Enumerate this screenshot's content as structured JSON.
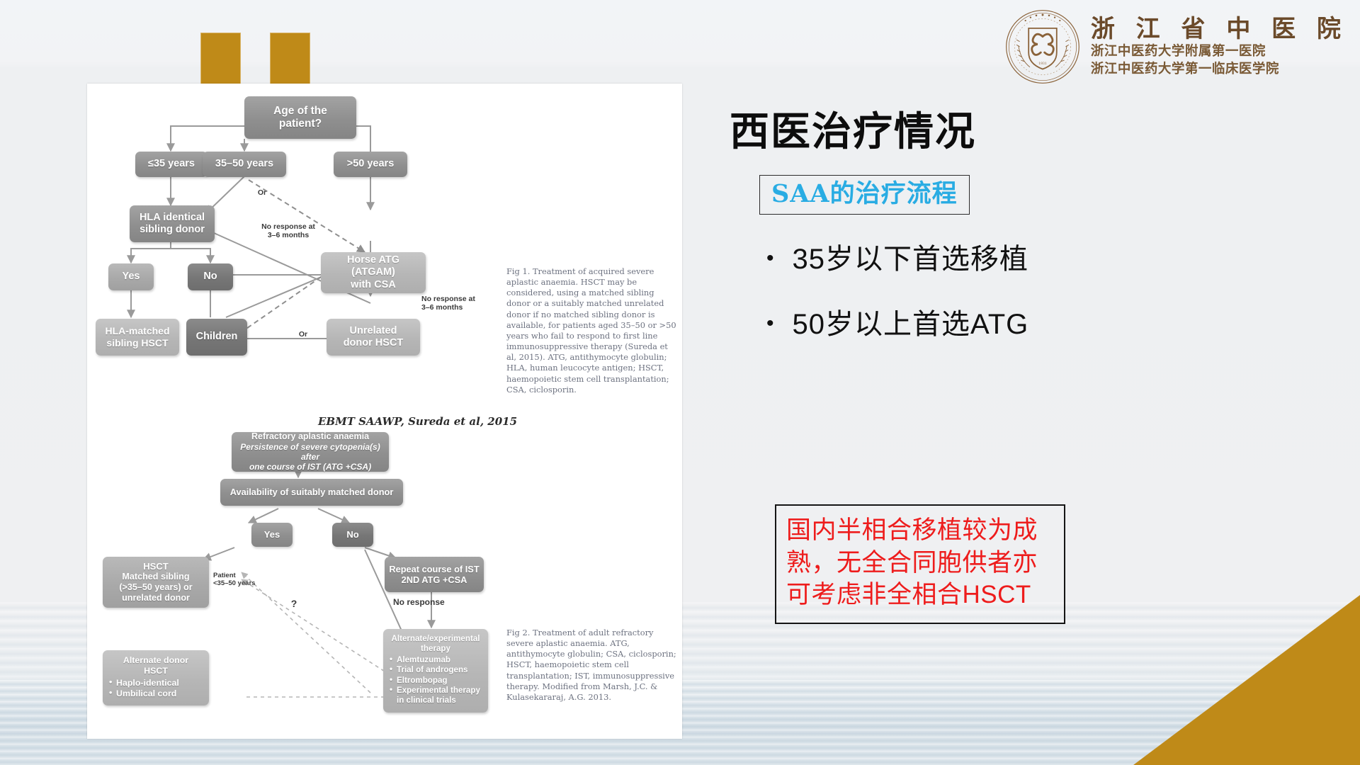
{
  "slide": {
    "accent_gold": "#bf8a18",
    "accent_cyan": "#29ace3",
    "accent_red": "#ee1c1c",
    "background": "#f0f2f5"
  },
  "logo": {
    "seal_name": "hospital-seal-icon",
    "title_cn": "浙 江 省 中 医 院",
    "sub_line_1": "浙江中医药大学附属第一医院",
    "sub_line_2": "浙江中医药大学第一临床医学院"
  },
  "content": {
    "page_title": "西医治疗情况",
    "subtitle": "SAA的治疗流程",
    "bullet_marker": "•",
    "bullets": [
      {
        "label": "35岁以下首选移植"
      },
      {
        "label": "50岁以上首选ATG"
      }
    ],
    "red_note": "国内半相合移植较为成熟，无全合同胞供者亦可考虑非全相合HSCT"
  },
  "figure": {
    "source_credit": "EBMT SAAWP, Sureda et al, 2015",
    "fig1": {
      "nodes": {
        "age": "Age of the\npatient?",
        "le35": "≤35 years",
        "mid": "35–50 years",
        "gt50": ">50 years",
        "hla_sib": "HLA identical\nsibling donor",
        "yes": "Yes",
        "no": "No",
        "hla_hsct": "HLA-matched\nsibling HSCT",
        "children": "Children",
        "horse_atg": "Horse ATG (ATGAM)\nwith CSA",
        "unrelated": "Unrelated\ndonor HSCT"
      },
      "edge_labels": {
        "or_1": "Or",
        "or_2": "Or",
        "no_resp_1": "No response at\n3–6 months",
        "no_resp_2": "No response at\n3–6 months"
      },
      "caption": "Fig 1. Treatment of acquired severe aplastic anaemia. HSCT may be considered, using a matched sibling donor or a suitably matched unrelated donor if no matched sibling donor is available, for patients aged 35–50 or >50 years who fail to respond to first line immunosuppressive therapy (Sureda et al, 2015). ATG, antithymocyte globulin; HLA, human leucocyte antigen; HSCT, haemopoietic stem cell transplantation; CSA, ciclosporin.",
      "caption_label": "Fig 1."
    },
    "fig2": {
      "nodes": {
        "refractory_title": "Refractory aplastic anaemia",
        "refractory_sub": "Persistence of severe cytopenia(s) after\none course of IST (ATG +CSA)",
        "availability": "Availability of suitably matched donor",
        "yes": "Yes",
        "no": "No",
        "hsct_title": "HSCT",
        "hsct_body": "Matched sibling\n(>35–50 years) or\nunrelated donor",
        "repeat_ist": "Repeat course of IST\n2ND ATG +CSA",
        "alt_donor_title": "Alternate donor\nHSCT",
        "alt_donor_items": [
          "Haplo-identical",
          "Umbilical cord"
        ],
        "alt_exp_title": "Alternate/experimental\ntherapy",
        "alt_exp_items": [
          "Alemtuzumab",
          "Trial of androgens",
          "Eltrombopag",
          "Experimental therapy in clinical trials"
        ]
      },
      "edge_labels": {
        "patient": "Patient\n<35–50 years",
        "question": "?",
        "no_response": "No response"
      },
      "caption": "Fig 2. Treatment of adult refractory severe aplastic anaemia. ATG, antithymocyte globulin; CSA, ciclosporin; HSCT, haemopoietic stem cell transplantation; IST, immunosuppressive therapy. Modified from Marsh, J.C. & Kulasekararaj, A.G. 2013.",
      "caption_label": "Fig 2."
    }
  }
}
